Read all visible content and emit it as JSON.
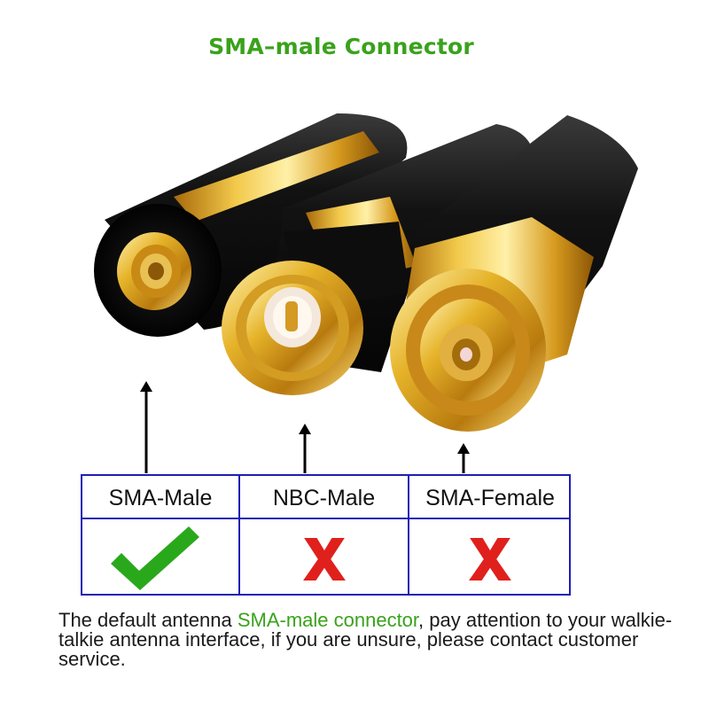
{
  "title": "SMA–male Connector",
  "table": {
    "columns": [
      {
        "label": "SMA-Male",
        "compatible": true,
        "mark_icon": "check-icon",
        "mark_color": "#2aa81c"
      },
      {
        "label": "NBC-Male",
        "compatible": false,
        "mark_icon": "x-icon",
        "mark_color": "#e0201c"
      },
      {
        "label": "SMA-Female",
        "compatible": false,
        "mark_icon": "x-icon",
        "mark_color": "#e0201c"
      }
    ],
    "border_color": "#1e1eb4"
  },
  "footnote": {
    "before": "The default antenna ",
    "highlight": "SMA-male connector",
    "after": ", pay attention to your walkie-talkie antenna interface, if you are unsure, please contact customer service."
  },
  "colors": {
    "accent_green": "#3aa21c",
    "gold": "#d9a21e",
    "black_body": "#111111"
  }
}
